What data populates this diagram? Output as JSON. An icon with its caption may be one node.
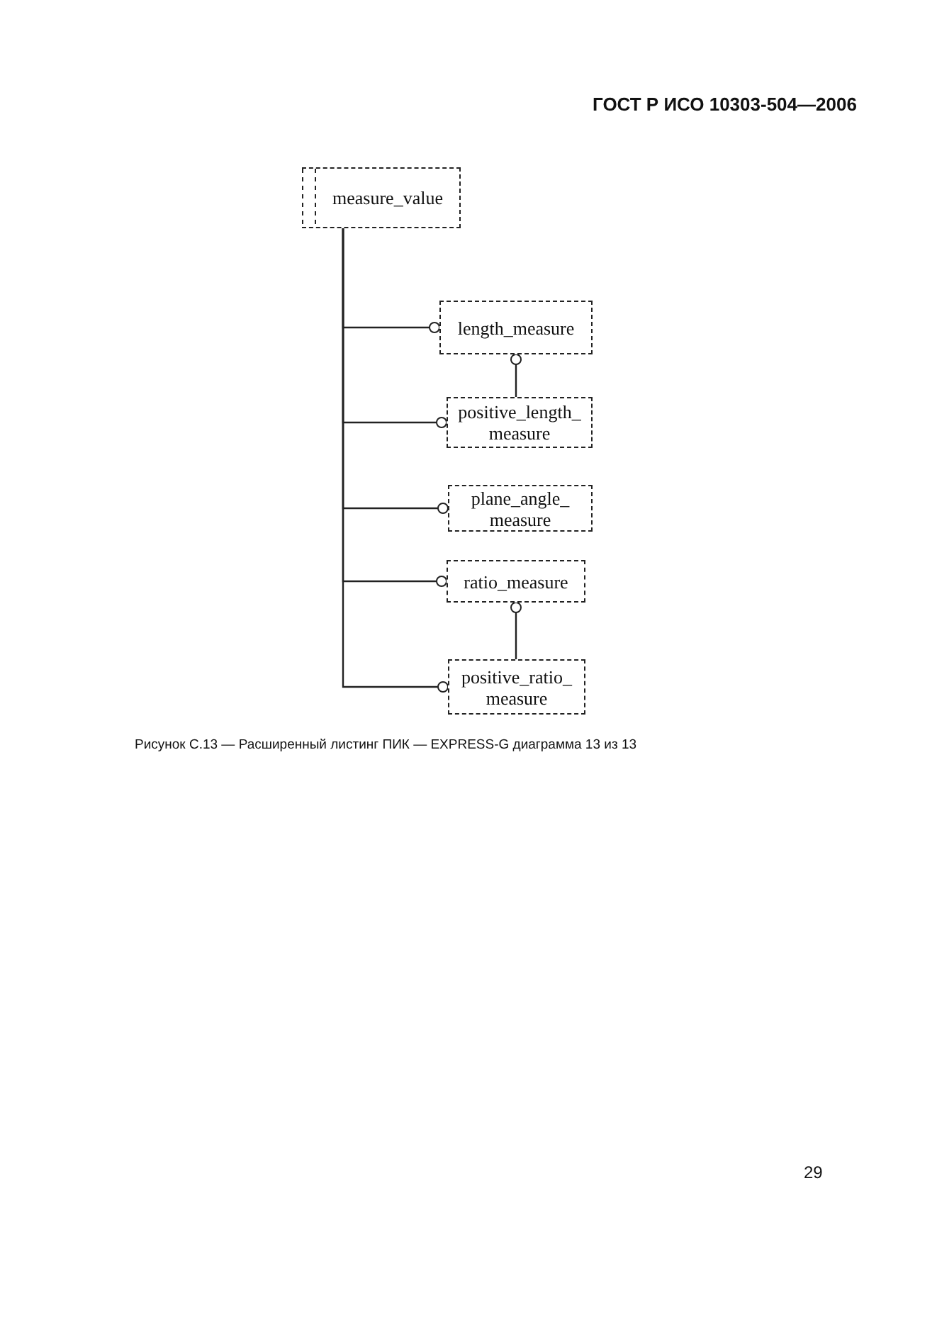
{
  "diagram": {
    "caption": "Рисунок С.13 — Расширенный листинг ПИК — EXPRESS-G диаграмма 13 из 13",
    "nodes": [
      {
        "text": [
          "measure_value"
        ]
      },
      {
        "text": [
          "length_measure"
        ]
      },
      {
        "text": [
          "positive_length_ measure"
        ]
      },
      {
        "text": [
          "plane_angle_ measure"
        ]
      },
      {
        "text": [
          "ratio_measure"
        ]
      },
      {
        "text": [
          "positive_ratio_ measure"
        ]
      }
    ],
    "edges": [
      {
        "from": 0,
        "to": 1,
        "arrow": "other"
      },
      {
        "from": 0,
        "to": 2,
        "arrow": "other"
      },
      {
        "from": 0,
        "to": 3,
        "arrow": "other"
      },
      {
        "from": 0,
        "to": 4,
        "arrow": "other"
      },
      {
        "from": 0,
        "to": 5,
        "arrow": "other"
      },
      {
        "from": 2,
        "to": 1,
        "arrow": "other"
      },
      {
        "from": 5,
        "to": 4,
        "arrow": "other"
      }
    ],
    "labels": [
      "ГОСТ Р ИСО 10303-504—2006",
      "29"
    ]
  }
}
